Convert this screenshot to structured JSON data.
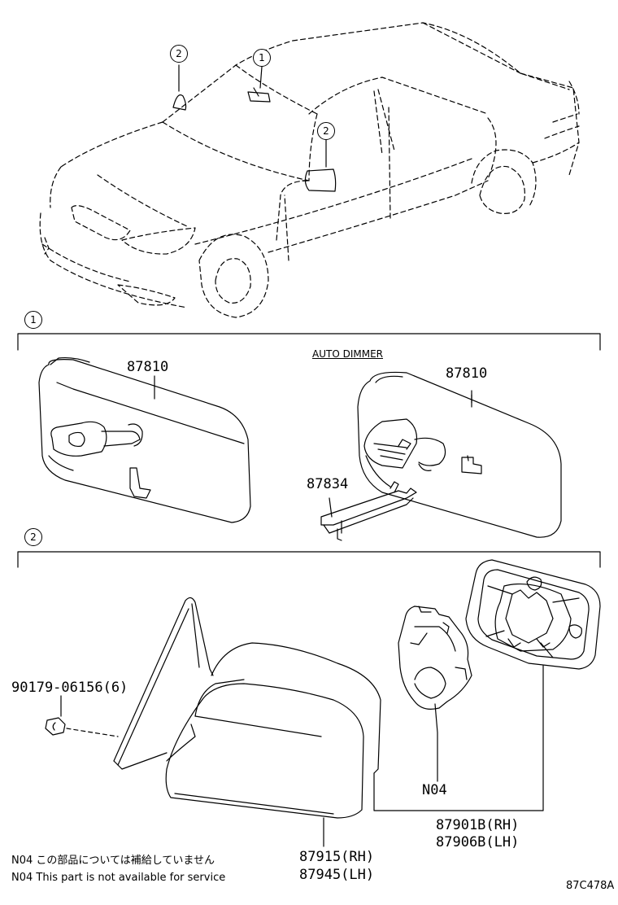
{
  "callouts": {
    "ref1": "1",
    "ref2": "2",
    "section1": "1",
    "section2": "2"
  },
  "section1": {
    "auto_dimmer": "AUTO DIMMER",
    "part_mirror_std": "87810",
    "part_mirror_auto": "87810",
    "part_cover": "87834"
  },
  "section2": {
    "part_nut": "90179-06156(6)",
    "part_n04": "N04",
    "part_mirror_rh": "87901B(RH)",
    "part_mirror_lh": "87906B(LH)",
    "part_cover_rh": "87915(RH)",
    "part_cover_lh": "87945(LH)"
  },
  "notes": {
    "jp": "N04 この部品については補給していません",
    "en": "N04 This part is not available for service"
  },
  "figure_code": "87C478A"
}
